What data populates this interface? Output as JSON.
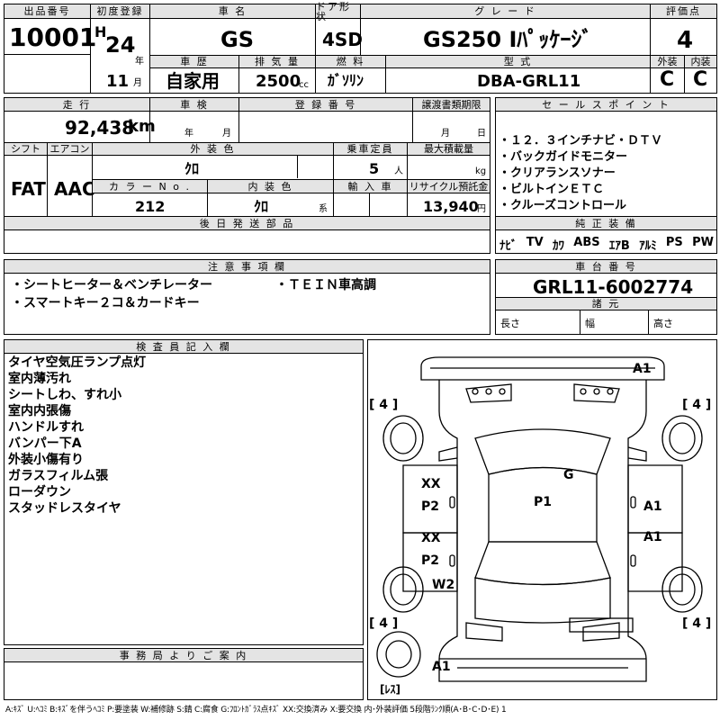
{
  "header": {
    "lot_label": "出品番号",
    "lot_no": "10001",
    "reg_label": "初度登録",
    "era": "H",
    "year": "24",
    "year_unit": "年",
    "month": "11",
    "month_unit": "月",
    "name_label": "車 名",
    "name": "GS",
    "door_label": "ドア形状",
    "door": "4SD",
    "grade_label": "グ レ ー ド",
    "grade": "GS250 Iﾊﾟｯｹｰｼﾞ",
    "score_label": "評価点",
    "score": "4",
    "history_label": "車 歴",
    "history": "自家用",
    "disp_label": "排 気 量",
    "disp": "2500",
    "disp_unit": "cc",
    "fuel_label": "燃 料",
    "fuel": "ｶﾞｿﾘﾝ",
    "model_label": "型 式",
    "model": "DBA-GRL11",
    "ext_label": "外装",
    "ext": "C",
    "int_label": "内装",
    "int": "C"
  },
  "row2": {
    "mileage_label": "走 行",
    "mileage": "92,438",
    "mileage_unit": "km",
    "inspect_label": "車 検",
    "inspect_year": "年",
    "inspect_month": "月",
    "plate_label": "登 録 番 号",
    "transfer_label": "譲渡書類期限",
    "transfer_month": "月",
    "transfer_day": "日",
    "shift_label": "シフト",
    "shift": "FAT",
    "ac_label": "エアコン",
    "ac": "AAC",
    "color_label": "外 装 色",
    "color": "ｸﾛ",
    "cap_label": "乗車定員",
    "cap": "5",
    "cap_unit": "人",
    "load_label": "最大積載量",
    "load_unit": "kg",
    "colorno_label": "カ ラ ー N o .",
    "colorno": "212",
    "intcolor_label": "内 装 色",
    "intcolor": "ｸﾛ",
    "intcolor_unit": "系",
    "import_label": "輸 入 車",
    "recycle_label": "リサイクル預託金",
    "recycle": "13,940",
    "recycle_unit": "円",
    "later_label": "後 日 発 送 部 品"
  },
  "sales": {
    "label": "セ ー ル ス ポ イ ン ト",
    "items": [
      "・１２．３インチナビ・ＤＴＶ",
      "・バックガイドモニター",
      "・クリアランスソナー",
      "・ビルトインＥＴＣ",
      "・クルーズコントロール"
    ]
  },
  "equip": {
    "label": "純 正 装 備",
    "items": [
      "ﾅﾋﾞ",
      "TV",
      "ｶﾜ",
      "ABS",
      "ｴｱB",
      "ｱﾙﾐ",
      "PS",
      "PW"
    ]
  },
  "notes": {
    "label": "注 意 事 項 欄",
    "line1a": "・シートヒーター＆ベンチレーター",
    "line1b": "・ＴＥＩＮ車高調",
    "line2": "・スマートキー２コ＆カードキー"
  },
  "chassis": {
    "label": "車 台 番 号",
    "value": "GRL11-6002774",
    "dims_label": "諸 元",
    "length": "長さ",
    "width": "幅",
    "height": "高さ"
  },
  "inspector": {
    "label": "検 査 員 記 入 欄",
    "items": [
      "タイヤ空気圧ランプ点灯",
      "室内薄汚れ",
      "シートしわ、すれ小",
      "室内内張傷",
      "ハンドルすれ",
      "バンパー下A",
      "外装小傷有り",
      "ガラスフィルム張",
      "ローダウン",
      "スタッドレスタイヤ"
    ]
  },
  "office": {
    "label": "事 務 局 よ り ご 案 内"
  },
  "diagram": {
    "marks": {
      "front_right": "A1",
      "roof": "G",
      "center": "P1",
      "left_front_door": "XX",
      "left_front_door_paint": "P2",
      "left_rear_door": "XX",
      "left_rear_door_paint": "P2",
      "right_front_door": "A1",
      "right_rear_door": "A1",
      "left_rear_fender": "W2",
      "rear_left": "A1"
    },
    "tread": {
      "fl": "[ 4 ]",
      "fr": "[ 4 ]",
      "rl": "[ 4 ]",
      "rr": "[ 4 ]"
    },
    "spare": "[ﾚｽ]"
  },
  "footer": {
    "legend": "A:ｷｽﾞ U:ﾍｺﾐ B:ｷｽﾞを伴うﾍｺﾐ P:要塗装 W:補修跡 S:錆 C:腐食 G:ﾌﾛﾝﾄｶﾞﾗｽ点ｷｽﾞ XX:交換済み X:要交換 内･外装評価 5段階ﾗﾝｸ順(A･B･C･D･E) 1"
  }
}
